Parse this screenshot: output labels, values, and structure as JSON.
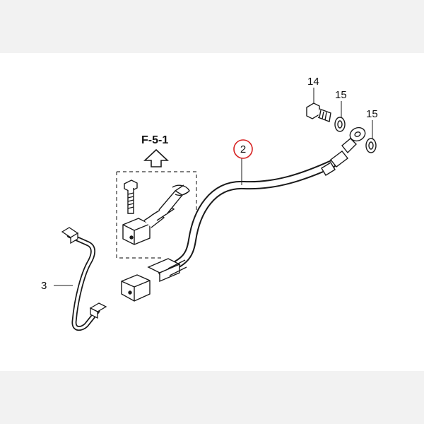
{
  "diagram": {
    "reference_label": "F-5-1",
    "callouts": {
      "hose": "2",
      "pipe": "3",
      "bolt": "14",
      "washer_a": "15",
      "washer_b": "15"
    }
  },
  "colors": {
    "highlight_circle": "#d62020",
    "line": "#1a1a1a",
    "background": "#ffffff",
    "margin": "#f2f2f2"
  }
}
